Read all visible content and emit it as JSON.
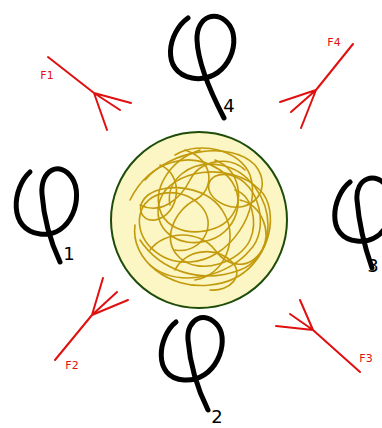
{
  "diagram": {
    "labels": [
      "F4",
      "F1",
      "4",
      "1",
      "3",
      "F3",
      "F2",
      "2"
    ]
  }
}
